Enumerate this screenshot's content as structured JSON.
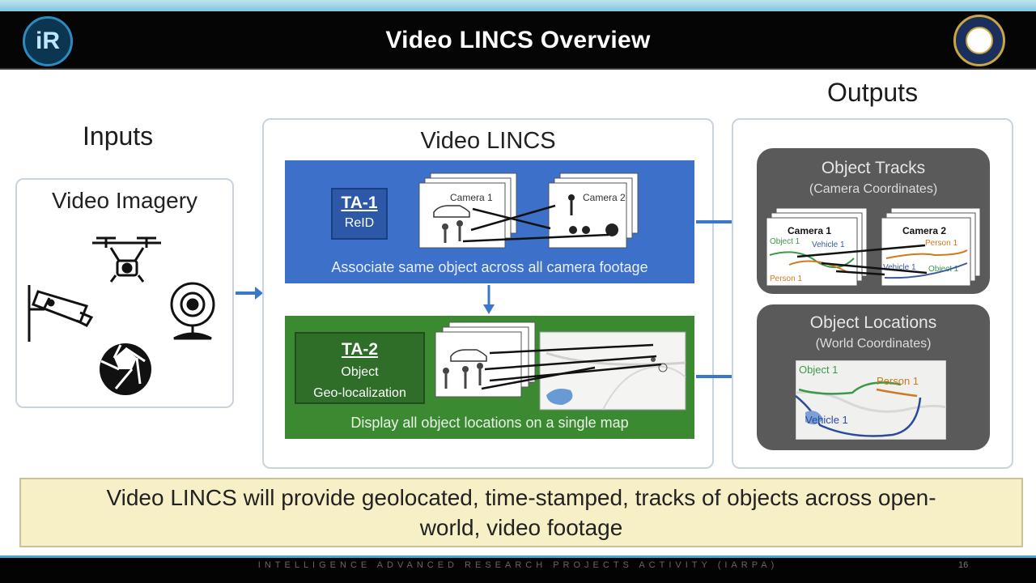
{
  "header": {
    "title": "Video LINCS Overview",
    "logo_text": "iR"
  },
  "inputs": {
    "heading": "Inputs",
    "panel_title": "Video Imagery",
    "icons": [
      "drone-icon",
      "security-camera-icon",
      "webcam-icon",
      "camera-aperture-icon"
    ]
  },
  "lincs": {
    "title": "Video LINCS",
    "ta1": {
      "label": "TA-1",
      "sublabel": "ReID",
      "caption": "Associate same object across all camera footage",
      "camera1_label": "Camera 1",
      "camera2_label": "Camera 2"
    },
    "ta2": {
      "label": "TA-2",
      "sublabel_line1": "Object",
      "sublabel_line2": "Geo-localization",
      "caption": "Display all object locations on a single map"
    }
  },
  "outputs": {
    "heading": "Outputs",
    "tracks": {
      "title": "Object Tracks",
      "subtitle": "(Camera Coordinates)",
      "camera1": "Camera 1",
      "camera2": "Camera 2",
      "labels": [
        "Object 1",
        "Vehicle 1",
        "Person 1",
        "Person 1",
        "Vehicle 1",
        "Object 1"
      ]
    },
    "locations": {
      "title": "Object Locations",
      "subtitle": "(World Coordinates)",
      "labels": [
        "Object 1",
        "Person 1",
        "Vehicle 1"
      ]
    }
  },
  "summary": {
    "line1": "Video LINCS will provide geolocated, time-stamped, tracks of objects across open-",
    "line2": "world, video footage"
  },
  "footer": {
    "org": "INTELLIGENCE ADVANCED RESEARCH PROJECTS ACTIVITY (IARPA)",
    "page": "16"
  },
  "colors": {
    "ta1_blue": "#3c70c9",
    "ta2_green": "#3b8a32",
    "output_gray": "#5a5a5a",
    "summary_yellow": "#f7f0c6",
    "arrow_blue": "#3a78c8"
  }
}
